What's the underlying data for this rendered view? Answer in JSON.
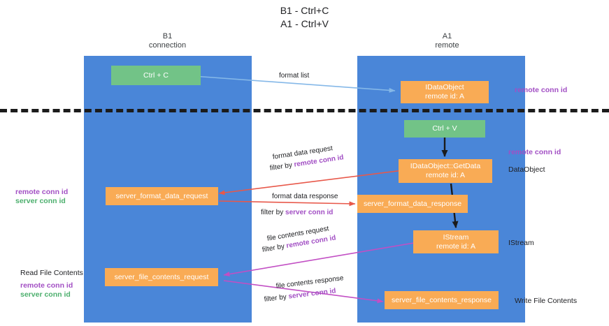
{
  "title": {
    "line1": "B1 - Ctrl+C",
    "line2": "A1 - Ctrl+V"
  },
  "lanes": [
    {
      "id": "b1",
      "name": "B1",
      "sub": "connection",
      "color": "#4a86d8"
    },
    {
      "id": "a1",
      "name": "A1",
      "sub": "remote",
      "color": "#4a86d8"
    }
  ],
  "boxes": {
    "ctrl_c": {
      "label": "Ctrl + C",
      "color": "#72c387"
    },
    "ctrl_v": {
      "label": "Ctrl + V",
      "color": "#72c387"
    },
    "idataobject": {
      "line1": "IDataObject",
      "line2": "remote id: A",
      "color": "#f9ab55"
    },
    "getdata": {
      "line1": "IDataObject::GetData",
      "line2": "remote id: A",
      "color": "#f9ab55"
    },
    "istream": {
      "line1": "IStream",
      "line2": "remote id: A",
      "color": "#f9ab55"
    },
    "format_req": {
      "label": "server_format_data_request",
      "color": "#f9ab55"
    },
    "format_resp": {
      "label": "server_format_data_response",
      "color": "#f9ab55"
    },
    "file_req": {
      "label": "server_file_contents_request",
      "color": "#f9ab55"
    },
    "file_resp": {
      "label": "server_file_contents_response",
      "color": "#f9ab55"
    }
  },
  "edge_labels": {
    "format_list": "format list",
    "format_data_request": "format data request",
    "format_data_request_filter_prefix": "filter by ",
    "format_data_request_filter_key": "remote conn id",
    "format_data_response": "format data response",
    "format_data_response_filter_prefix": "filter by ",
    "format_data_response_filter_key": "server conn id",
    "file_contents_request": "file contents request",
    "file_contents_request_filter_prefix": "filter by ",
    "file_contents_request_filter_key": "remote conn id",
    "file_contents_response": "file contents response",
    "file_contents_response_filter_prefix": "filter by ",
    "file_contents_response_filter_key": "server conn id"
  },
  "annotations": {
    "right_top_remote_conn_id": "remote conn id",
    "right_mid_remote_conn_id": "remote conn id",
    "right_dataobject": "DataObject",
    "right_istream": "IStream",
    "right_write_file_contents": "Write File Contents",
    "left_remote_conn_id": "remote conn id",
    "left_server_conn_id": "server conn id",
    "left_read_file_contents": "Read File Contents",
    "left_bottom_remote_conn_id": "remote conn id",
    "left_bottom_server_conn_id": "server conn id"
  },
  "colors": {
    "lane": "#4a86d8",
    "orange": "#f9ab55",
    "green_box": "#72c387",
    "purple_text": "#a24fc4",
    "green_text": "#4caf6d",
    "arrow_blue": "#85b8e8",
    "arrow_red": "#e8584a",
    "arrow_magenta": "#c24fc4",
    "arrow_black": "#1b1b1b",
    "divider": "#1b1b1b"
  }
}
